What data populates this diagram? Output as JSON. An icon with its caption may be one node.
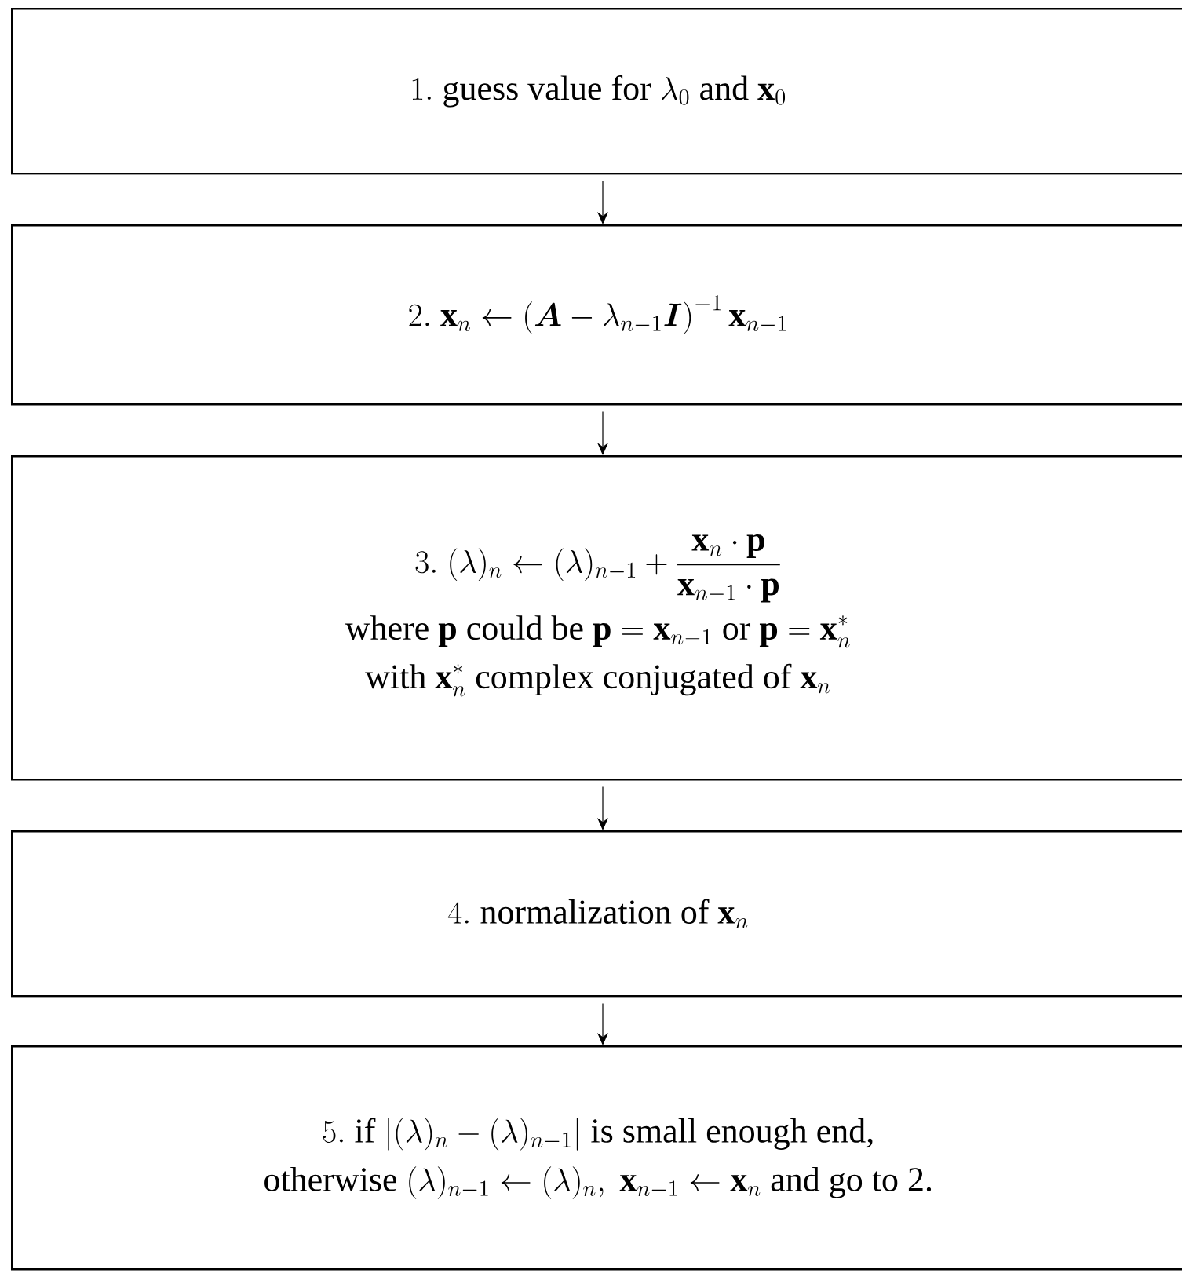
{
  "diagram": {
    "nodes": [
      {
        "text": [
          "1.\\ \\text{guess value for }\\lambda_0\\text{ and }\\mathbf{x}_0"
        ]
      },
      {
        "text": [
          "2.\\ \\mathbf{x}_n \\leftarrow \\left(\\boldsymbol{A} - \\lambda_{n-1}\\boldsymbol{I}\\right)^{-1}\\mathbf{x}_{n-1}"
        ]
      },
      {
        "text": [
          "\\begin{gathered}3.\\ (\\lambda)_n \\leftarrow (\\lambda)_{n-1} + \\frac{\\mathbf{x}_n\\cdot\\mathbf{p}}{\\mathbf{x}_{n-1}\\cdot\\mathbf{p}}\\\\ \\text{where }\\mathbf{p}\\text{ could be }\\mathbf{p}=\\mathbf{x}_{n-1}\\text{ or }\\mathbf{p}=\\mathbf{x}_n^*\\\\ \\text{with }\\mathbf{x}_n^*\\text{ complex conjugated of }\\mathbf{x}_n\\end{gathered}"
        ]
      },
      {
        "text": [
          "4.\\ \\text{normalization of }\\mathbf{x}_n"
        ]
      },
      {
        "text": [
          "\\begin{gathered}5.\\ \\text{if }|(\\lambda)_n-(\\lambda)_{n-1}|\\text{ is small enough end,}\\\\ \\text{otherwise }(\\lambda)_{n-1}\\leftarrow(\\lambda)_n,\\ \\mathbf{x}_{n-1}\\leftarrow\\mathbf{x}_n\\text{ and go to 2.}\\end{gathered}"
        ]
      }
    ],
    "edges": [
      {
        "from": 0,
        "to": 1,
        "arrow": "to"
      },
      {
        "from": 1,
        "to": 2,
        "arrow": "to"
      },
      {
        "from": 2,
        "to": 3,
        "arrow": "to"
      },
      {
        "from": 3,
        "to": 4,
        "arrow": "to"
      }
    ]
  }
}
